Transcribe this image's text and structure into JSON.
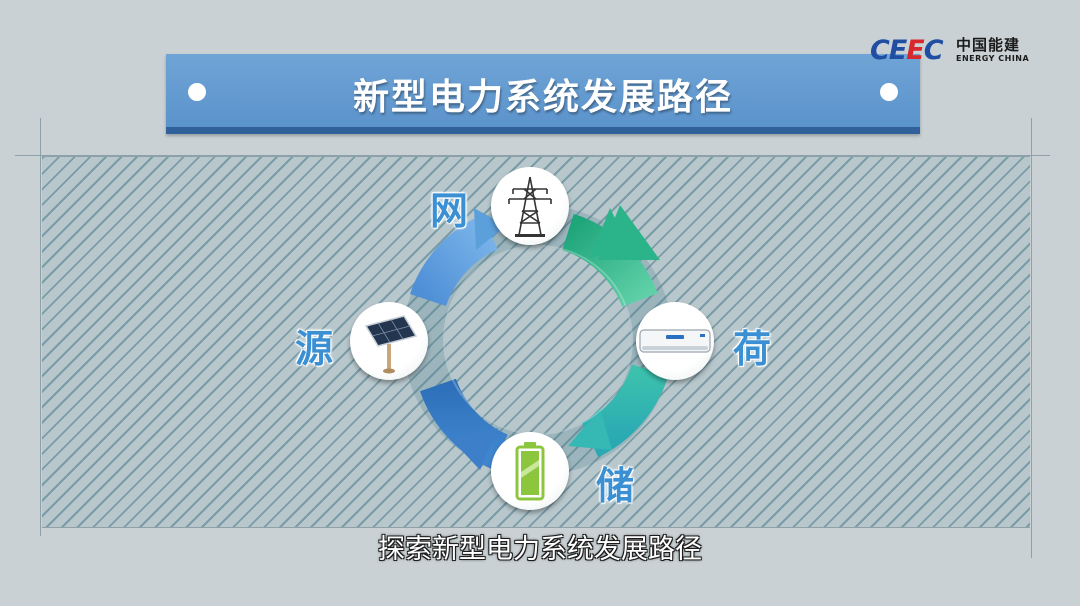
{
  "banner": {
    "title": "新型电力系统发展路径"
  },
  "logo": {
    "mark_left": "CE",
    "mark_mid": "E",
    "mark_right": "C",
    "cn": "中国能建",
    "en": "ENERGY CHINA"
  },
  "cycle": {
    "nodes": [
      {
        "label": "网",
        "icon": "transmission-tower-icon"
      },
      {
        "label": "荷",
        "icon": "air-conditioner-icon"
      },
      {
        "label": "储",
        "icon": "battery-icon"
      },
      {
        "label": "源",
        "icon": "solar-panel-icon"
      }
    ],
    "colors": {
      "arrow_green": "#2bb38a",
      "arrow_teal": "#36b8b4",
      "arrow_blue": "#3d7fc8",
      "arrow_light_blue": "#5b9fdb",
      "label": "#3b8fd3"
    }
  },
  "subtitle": "探索新型电力系统发展路径"
}
